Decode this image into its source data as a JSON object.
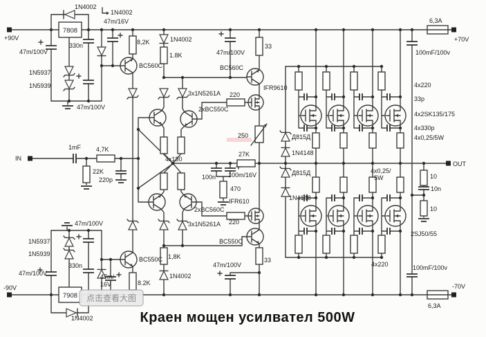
{
  "title": "Краен мощен усилвател 500W",
  "watermark": "点击查看大图",
  "terminals": {
    "in": "IN",
    "out": "OUT",
    "vpos_in": "+90V",
    "vneg_in": "-90V",
    "vpos_rail": "+70V",
    "vneg_rail": "-70V"
  },
  "supply": {
    "fuse_top": "6,3A",
    "fuse_bottom": "6,3A",
    "cap_top": "100mF/100v",
    "cap_bottom": "100mF/100v"
  },
  "reg_top": {
    "name": "7808",
    "bypass_diode": "1N4002",
    "aux_diode": "1N4002",
    "aux_cap": "47m/16V",
    "reservoir_cap": "47m/100V",
    "filter_cap": "330n",
    "zener1": "1N5937",
    "zener2": "1N5939",
    "decouple_cap": "47m/100V",
    "emitter_res": "8,2K",
    "transistor": "BC560C"
  },
  "reg_bot": {
    "name": "7908",
    "bypass_diode": "1N4002",
    "aux_cap1": "47m/",
    "aux_cap2": "16V",
    "reservoir_cap": "47m/100V",
    "filter_cap": "330n",
    "zener1": "1N5937",
    "zener2": "1N5939",
    "decouple_cap": "47m/100V",
    "emitter_res": "8.2K",
    "transistor": "BC550C"
  },
  "input": {
    "cap": "1mF",
    "series_res": "4,7K",
    "shunt_res": "22K",
    "shunt_cap": "220p"
  },
  "quad": {
    "res": "4x180",
    "pair_top": "2xBC550C",
    "pair_bot": "2xBC560C",
    "zeners_top": "3x1N5261A",
    "zeners_bot": "3x1N5261A"
  },
  "vas_top": {
    "diode": "1N4002",
    "res": "1.8K",
    "cap": "47m/100V",
    "res33": "33",
    "bjt": "BC560C",
    "fet": "IFR9610",
    "gate_res": "220"
  },
  "vas_bot": {
    "res": "1,8K",
    "diode": "1N4002",
    "cap": "47m/100V",
    "res33": "33",
    "bjt": "BC550C",
    "fet": "IFR610",
    "gate_res": "220"
  },
  "bias": {
    "pot": "250",
    "res27k": "27K",
    "cap100n": "100n",
    "cap100m": "100m/16V",
    "res470": "470",
    "zener_a": "Д815Д",
    "diode_a": "1N4148",
    "zener_b": "Д815Д",
    "diode_b": "1N4148"
  },
  "bank": {
    "gate_res_note": "4x220",
    "comp_cap_note": "33p",
    "fets_top": "4x2SK135/175",
    "gate_cap_note": "4x330p",
    "source_res_note": "4x0,25/5W",
    "src_res_b1": "4x0,25/",
    "src_res_b2": "5W",
    "gate_res_bot": "4x220",
    "fets_bot": "2SJ50/55"
  },
  "snub": {
    "r1": "10",
    "c": "10n",
    "r2": "10"
  }
}
